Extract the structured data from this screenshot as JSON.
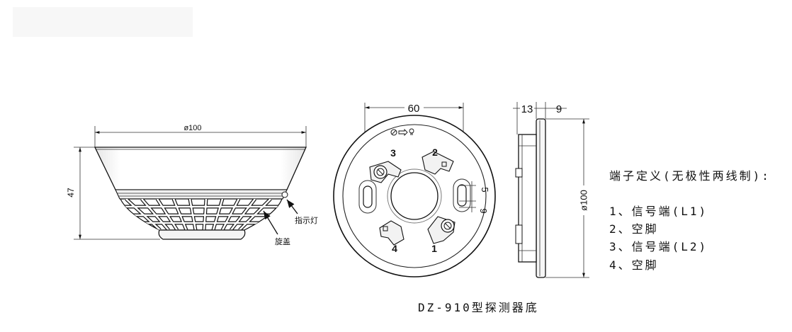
{
  "side_view": {
    "diameter_label": "ø100",
    "height_label": "47",
    "indicator_label": "指示灯",
    "cap_label": "旋盖"
  },
  "base_view": {
    "width_label": "60",
    "terminal_1": "1",
    "terminal_2": "2",
    "terminal_3": "3",
    "terminal_4": "4",
    "dim_small_a": "5",
    "dim_small_b": "9"
  },
  "profile_view": {
    "thickness_label": "13",
    "plate_label": "9",
    "diameter_label": "ø100"
  },
  "terminal_legend": {
    "title": "端子定义(无极性两线制):",
    "items": [
      "1、信号端(L1)",
      "2、空脚",
      "3、信号端(L2)",
      "4、空脚"
    ]
  },
  "caption": "DZ-910型探测器底"
}
